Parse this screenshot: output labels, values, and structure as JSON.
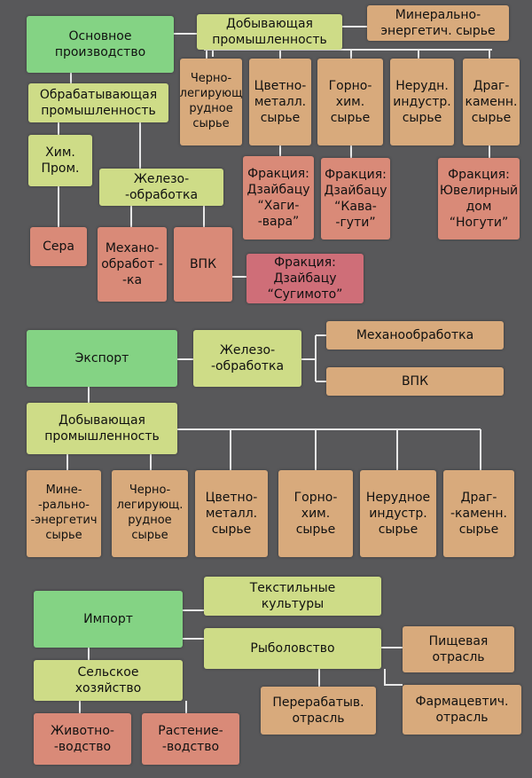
{
  "colors": {
    "background": "#58585a",
    "main": "#84d384",
    "branch": "#cedc87",
    "resource": "#d8aa7c",
    "leaf": "#d98a78",
    "faction_highlight": "#cf6e78",
    "connector": "#e8e8e8"
  },
  "production": {
    "root": "Основное\nпроизводство",
    "mining": "Добывающая\nпромышленность",
    "mineral_energy": "Минерально-\nэнергетич. сырье",
    "ferrous": "Черно-\nлегирующ\nрудное\nсырье",
    "nonferrous": "Цветно-\nметалл.\nсырье",
    "mining_chem": "Горно-\nхим.\nсырье",
    "nonmetal": "Нерудн.\nиндустр.\nсырье",
    "precious": "Драг-\nкаменн.\nсырье",
    "faction_hagivara": "Фракция:\nДзайбацу\n“Хаги-\n-вара”",
    "faction_kavaguti": "Фракция:\nДзайбацу\n“Кава-\n-гути”",
    "faction_noguti": "Фракция:\nЮвелирный\nдом\n“Ногути”",
    "processing": "Обрабатывающая\nпромышленность",
    "chem": "Хим.\nПром.",
    "sulfur": "Сера",
    "metalworking": "Железо-\n-обработка",
    "machining": "Механо-\nобработ -\n-ка",
    "vpk": "ВПК",
    "faction_sugimoto": "Фракция:\nДзайбацу\n“Сугимото”"
  },
  "export": {
    "root": "Экспорт",
    "metalworking": "Железо-\n-обработка",
    "machining": "Механообработка",
    "vpk": "ВПК",
    "mining": "Добывающая\nпромышленность",
    "mineral_energy": "Мине-\n-рально-\n-энергетич\nсырье",
    "ferrous": "Черно-\nлегирующ.\nрудное\nсырье",
    "nonferrous": "Цветно-\nметалл.\nсырье",
    "mining_chem": "Горно-\nхим.\nсырье",
    "nonmetal": "Нерудное\nиндустр.\nсырье",
    "precious": "Драг-\n-каменн.\nсырье"
  },
  "import": {
    "root": "Импорт",
    "textile": "Текстильные\nкультуры",
    "fishing": "Рыболовство",
    "food": "Пищевая\nотрасль",
    "processing": "Перерабатыв.\nотрасль",
    "pharma": "Фармацевтич.\nотрасль",
    "agriculture": "Сельское\nхозяйство",
    "livestock": "Животно-\n-водство",
    "crops": "Растение-\n-водство"
  }
}
